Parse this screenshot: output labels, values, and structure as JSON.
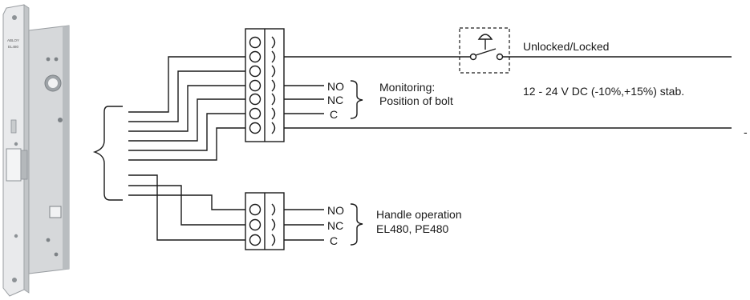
{
  "lock": {
    "brand": "ABLOY",
    "model": "EL480"
  },
  "switch": {
    "label": "Unlocked/Locked"
  },
  "supply": {
    "label": "12 - 24 V DC (-10%,+15%) stab."
  },
  "monitoring": {
    "title": "Monitoring:",
    "subtitle": "Position of bolt",
    "terminals": [
      "NO",
      "NC",
      "C"
    ]
  },
  "handle": {
    "title": "Handle operation",
    "subtitle": "EL480, PE480",
    "terminals": [
      "NO",
      "NC",
      "C"
    ]
  },
  "edge_mark": "-",
  "colors": {
    "line": "#1a1a1a",
    "lock_body": "#d6d8da",
    "lock_shade": "#a9adb1"
  }
}
